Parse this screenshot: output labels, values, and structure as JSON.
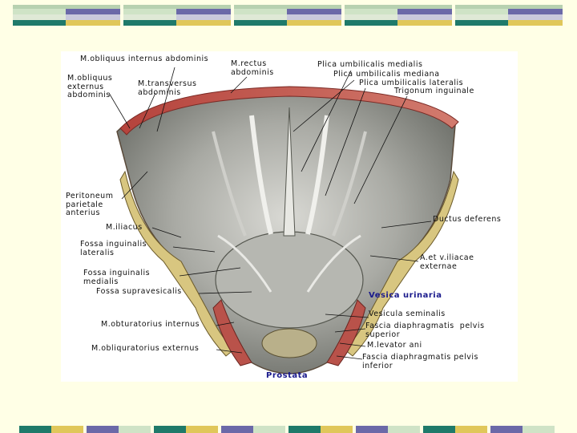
{
  "palette": {
    "page_bg": "#ffffe6",
    "band_light": "#cfe3c6",
    "band_teal": "#1f7a6a",
    "band_purple": "#6b69a8",
    "band_yellow": "#e0c75a",
    "label_bold": "#1a1a8c"
  },
  "labels": {
    "obliquus_internus": "M.obliquus internus abdominis",
    "rectus": "M.rectus\nabdominis",
    "obliquus_externus": "M.obliquus\nexternus\nabdominis",
    "transversus": "M.transversus\nabdominis",
    "plica_medialis": "Plica umbilicalis medialis",
    "plica_mediana": "Plica umbilicalis mediana",
    "plica_lateralis": "Plica umbilicalis lateralis",
    "trigonum": "Trigonum inguinale",
    "peritoneum": "Peritoneum\nparietale\nanterius",
    "iliacus": "M.iliacus",
    "ductus": "Ductus deferens",
    "fossa_lateralis": "Fossa inguinalis\nlateralis",
    "a_v_iliacae": "A.et v.iliacae\nexternae",
    "fossa_medialis": "Fossa inguinalis\nmedialis",
    "fossa_supravesicalis": "Fossa supravesicalis",
    "vesica": "Vesica urinaria",
    "vesicula": "Vesicula seminalis",
    "obturatorius_internus": "M.obturatorius internus",
    "fascia_superior": "Fascia diaphragmatis  pelvis\nsuperior",
    "levator": "M.levator ani",
    "obliquratorius_externus": "M.obliquratorius externus",
    "fascia_inferior": "Fascia diaphragmatis pelvis\ninferior",
    "prostata": "Prostata"
  }
}
